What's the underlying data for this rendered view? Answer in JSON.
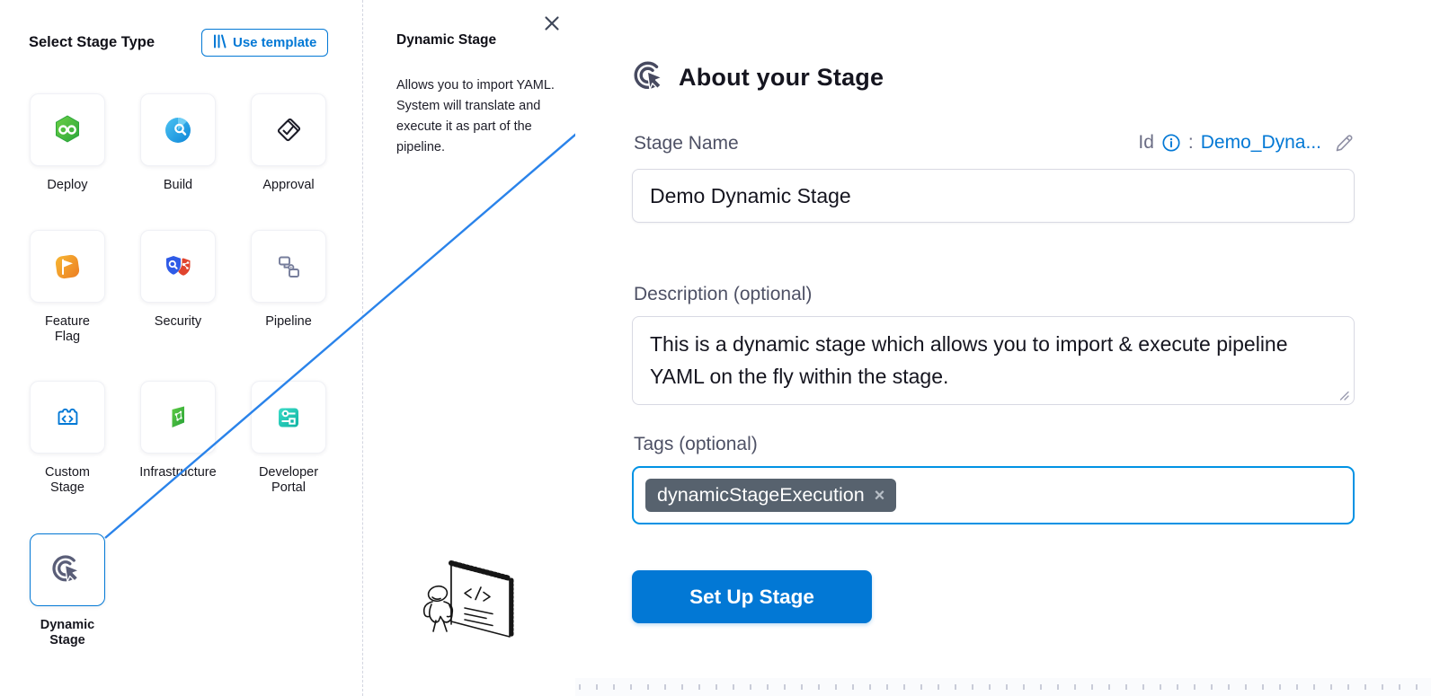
{
  "left_panel": {
    "title": "Select Stage Type",
    "use_template_label": "Use template",
    "tiles": [
      {
        "label": "Deploy",
        "icon": "deploy-icon",
        "selected": false
      },
      {
        "label": "Build",
        "icon": "build-icon",
        "selected": false
      },
      {
        "label": "Approval",
        "icon": "approval-icon",
        "selected": false
      },
      {
        "label": "Feature\nFlag",
        "icon": "feature-flag-icon",
        "selected": false
      },
      {
        "label": "Security",
        "icon": "security-icon",
        "selected": false
      },
      {
        "label": "Pipeline",
        "icon": "pipeline-icon",
        "selected": false
      },
      {
        "label": "Custom\nStage",
        "icon": "custom-stage-icon",
        "selected": false
      },
      {
        "label": "Infrastructure",
        "icon": "infrastructure-icon",
        "selected": false
      },
      {
        "label": "Developer\nPortal",
        "icon": "developer-portal-icon",
        "selected": false
      },
      {
        "label": "Dynamic\nStage",
        "icon": "dynamic-stage-icon",
        "selected": true
      }
    ]
  },
  "info_panel": {
    "title": "Dynamic Stage",
    "description": "Allows you to import YAML. System will translate and execute it as part of the pipeline."
  },
  "form": {
    "heading": "About your Stage",
    "stage_name_label": "Stage Name",
    "id_label": "Id",
    "id_colon": ":",
    "id_value": "Demo_Dyna...",
    "stage_name_value": "Demo Dynamic Stage",
    "description_label": "Description (optional)",
    "description_value": "This is a dynamic stage which allows you to import & execute pipeline YAML on the fly within the stage.",
    "tags_label": "Tags (optional)",
    "tags": [
      {
        "text": "dynamicStageExecution",
        "remove": "×"
      }
    ],
    "submit_label": "Set Up Stage"
  },
  "colors": {
    "accent_blue": "#0278d5",
    "tags_focus_border": "#0092e4",
    "tag_chip_bg": "#57626e",
    "arrow_blue": "#2a83ea",
    "deploy_green": "#3fba46",
    "build_blue": "#14a0e8",
    "feature_flag_orange": "#f29a38",
    "security_shield_blue": "#2f5be7",
    "security_shield_red": "#e0442e",
    "infrastructure_green": "#3eba44",
    "developer_portal_teal": "#14b8ac",
    "dynamic_stage_slate": "#5a5e78"
  }
}
